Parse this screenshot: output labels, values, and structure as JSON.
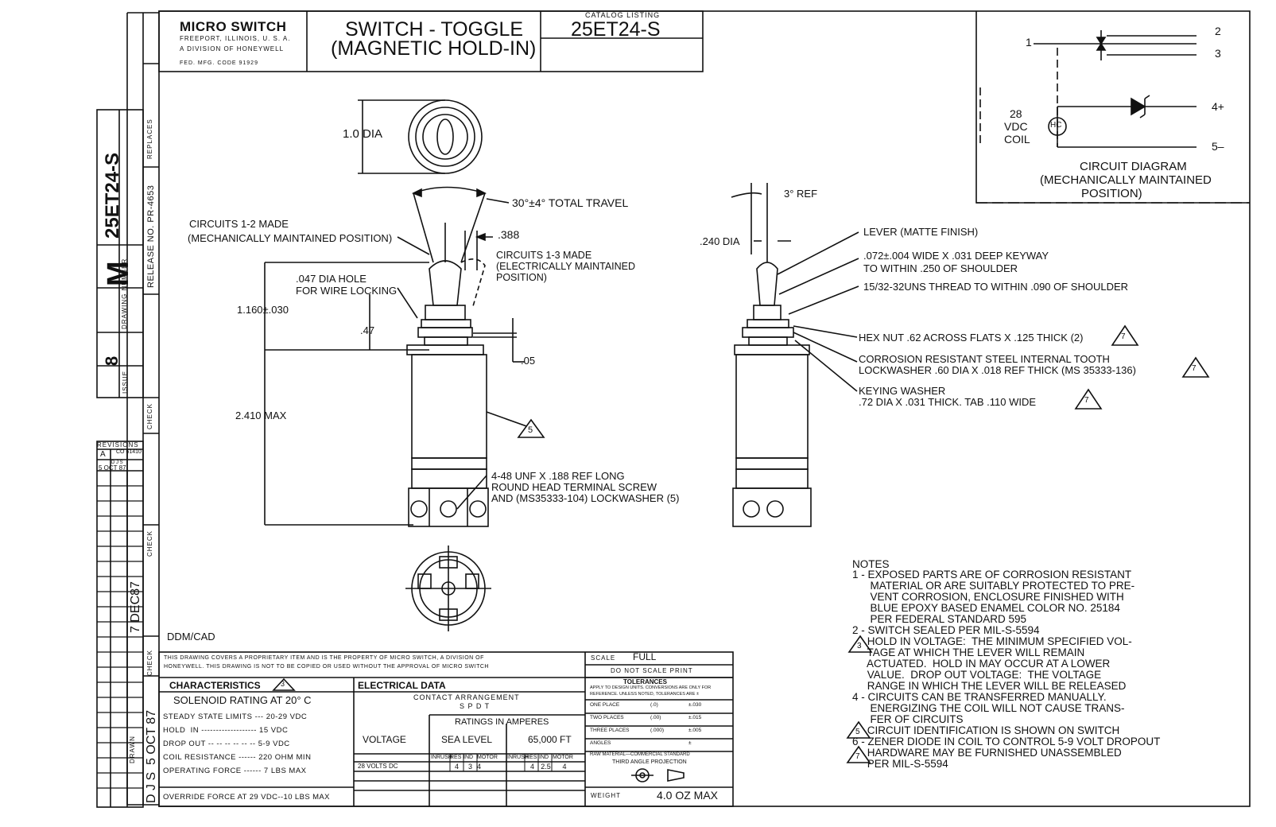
{
  "title_block": {
    "company": "MICRO SWITCH",
    "company_line2": "FREEPORT, ILLINOIS, U. S. A.",
    "company_line3": "A DIVISION OF HONEYWELL",
    "fed_code": "FED. MFG. CODE 91929",
    "title_line1": "SWITCH - TOGGLE",
    "title_line2": "(MAGNETIC HOLD-IN)",
    "catalog_label": "CATALOG LISTING",
    "catalog_number": "25ET24-S"
  },
  "side_block": {
    "drawing_number": "25ET24-S",
    "drawing_prefix": "M",
    "drawing_number_label": "DRAWING NUMBER",
    "release_no": "RELEASE NO. PR-4653",
    "replaces_label": "REPLACES",
    "issue_label": "ISSUE",
    "issue_value": "8",
    "check_label": "CHECK",
    "revisions_label": "REVISIONS",
    "rev_letter": "A",
    "rev_co": "CO 61410",
    "rev_by": "D J S",
    "rev_date": "5 OCT 87",
    "check_date": "7 DEC87",
    "drawn_label": "DRAWN",
    "drawn_by": "D J S",
    "drawn_date": "5 OCT 87"
  },
  "circuit": {
    "title_line1": "CIRCUIT DIAGRAM",
    "title_line2": "(MECHANICALLY MAINTAINED",
    "title_line3": "POSITION)",
    "t1": "1",
    "t2": "2",
    "t3": "3",
    "t4": "4+",
    "t5": "5–",
    "coil_v": "28",
    "coil_vdc": "VDC",
    "coil": "COIL",
    "hc": "HC"
  },
  "front_view": {
    "dia": "1.0 DIA",
    "travel": "30°±4° TOTAL TRAVEL",
    "circ12_l1": "CIRCUITS 1-2 MADE",
    "circ12_l2": "(MECHANICALLY MAINTAINED POSITION)",
    "dim_388": ".388",
    "circ13_l1": "CIRCUITS 1-3 MADE",
    "circ13_l2": "(ELECTRICALLY MAINTAINED",
    "circ13_l3": "POSITION)",
    "hole_l1": ".047 DIA HOLE",
    "hole_l2": "FOR WIRE LOCKING",
    "dim_1160": "1.160±.030",
    "dim_47": ".47",
    "dim_05": ".05",
    "dim_2410": "2.410  MAX",
    "flag5": "5",
    "screw_l1": "4-48 UNF X .188 REF LONG",
    "screw_l2": "ROUND HEAD TERMINAL SCREW",
    "screw_l3": "AND (MS35333-104) LOCKWASHER (5)"
  },
  "side_view": {
    "ref3": "3° REF",
    "dia240": ".240 DIA",
    "lever": "LEVER (MATTE FINISH)",
    "keyway_l1": ".072±.004 WIDE X .031 DEEP KEYWAY",
    "keyway_l2": "TO WITHIN .250 OF SHOULDER",
    "thread": "15/32-32UNS THREAD TO WITHIN .090 OF SHOULDER",
    "hexnut": "HEX NUT .62 ACROSS FLATS X .125 THICK (2)",
    "lockwasher_l1": "CORROSION RESISTANT STEEL INTERNAL TOOTH",
    "lockwasher_l2": "LOCKWASHER .60 DIA X .018 REF THICK (MS 35333-136)",
    "keying_l1": "KEYING WASHER",
    "keying_l2": ".72 DIA X .031 THICK.  TAB .110 WIDE",
    "flag7": "7"
  },
  "notes": {
    "header": "NOTES",
    "lines": [
      "1 - EXPOSED PARTS ARE OF CORROSION RESISTANT",
      "      MATERIAL OR ARE SUITABLY PROTECTED TO PRE-",
      "      VENT CORROSION, ENCLOSURE FINISHED WITH",
      "      BLUE EPOXY BASED ENAMEL COLOR NO. 25184",
      "      PER FEDERAL STANDARD 595",
      "2 - SWITCH SEALED PER MIL-S-5594",
      "     HOLD IN VOLTAGE:  THE MINIMUM SPECIFIED VOL-",
      "     TAGE AT WHICH THE LEVER WILL REMAIN",
      "     ACTUATED.  HOLD IN MAY OCCUR AT A LOWER",
      "     VALUE.  DROP OUT VOLTAGE:  THE VOLTAGE",
      "     RANGE IN WHICH THE LEVER WILL BE RELEASED",
      "4 - CIRCUITS CAN BE TRANSFERRED MANUALLY.",
      "      ENERGIZING THE COIL WILL NOT CAUSE TRANS-",
      "      FER OF CIRCUITS",
      "     CIRCUIT IDENTIFICATION IS SHOWN ON SWITCH",
      "6 - ZENER DIODE IN COIL TO CONTROL 5-9 VOLT DROPOUT",
      "     HARDWARE MAY BE FURNISHED UNASSEMBLED",
      "     PER MIL-S-5594"
    ],
    "flag3": "3",
    "flag5": "5",
    "flag7": "7"
  },
  "bottom": {
    "ddm": "DDM/CAD",
    "proprietary_l1": "THIS DRAWING COVERS A PROPRIETARY ITEM AND IS THE PROPERTY OF MICRO SWITCH, A DIVISION OF",
    "proprietary_l2": "HONEYWELL. THIS DRAWING IS NOT TO BE COPIED OR USED WITHOUT THE APPROVAL OF MICRO SWITCH",
    "characteristics": "CHARACTERISTICS",
    "char_flag": "3",
    "solenoid": "SOLENOID RATING AT 20° C",
    "char_rows": [
      "STEADY STATE LIMITS --- 20-29 VDC",
      "HOLD  IN ------------------- 15 VDC",
      "DROP OUT -- -- -- -- -- -- 5-9 VDC",
      "COIL RESISTANCE ------ 220 OHM MIN",
      "OPERATING FORCE ------ 7 LBS MAX"
    ],
    "override": "OVERRIDE FORCE AT 29 VDC--10 LBS MAX",
    "electrical": "ELECTRICAL DATA",
    "contact_arr": "CONTACT ARRANGEMENT",
    "spdt": "S P D T",
    "ratings": "RATINGS IN AMPERES",
    "voltage": "VOLTAGE",
    "sea_level": "SEA LEVEL",
    "altitude": "65,000 FT",
    "sub_headers": [
      "INRUSH",
      "RES",
      "IND",
      "MOTOR",
      "INRUSH",
      "RES",
      "IND",
      "MOTOR"
    ],
    "row_volt": "28 VOLTS DC",
    "row_values": [
      "",
      "4",
      "3",
      "4",
      "",
      "4",
      "2.5",
      "4"
    ],
    "scale_label": "SCALE",
    "scale_value": "FULL",
    "do_not_scale": "DO NOT SCALE PRINT",
    "tolerances": "TOLERANCES",
    "tol_note_l1": "APPLY TO DESIGN UNITS. CONVERSIONS ARE ONLY FOR",
    "tol_note_l2": "REFERENCE. UNLESS NOTED, TOLERANCES ARE ±",
    "tol_rows": [
      [
        "ONE PLACE",
        "(.0)",
        "±.030"
      ],
      [
        "TWO PLACES",
        "(.00)",
        "±.015"
      ],
      [
        "THREE PLACES",
        "(.000)",
        "±.005"
      ],
      [
        "ANGLES",
        "",
        "±"
      ]
    ],
    "raw_material": "RAW MATERIAL—COMMERCIAL STANDARD",
    "projection": "THIRD ANGLE PROJECTION",
    "weight_label": "WEIGHT",
    "weight_value": "4.0 OZ MAX"
  }
}
